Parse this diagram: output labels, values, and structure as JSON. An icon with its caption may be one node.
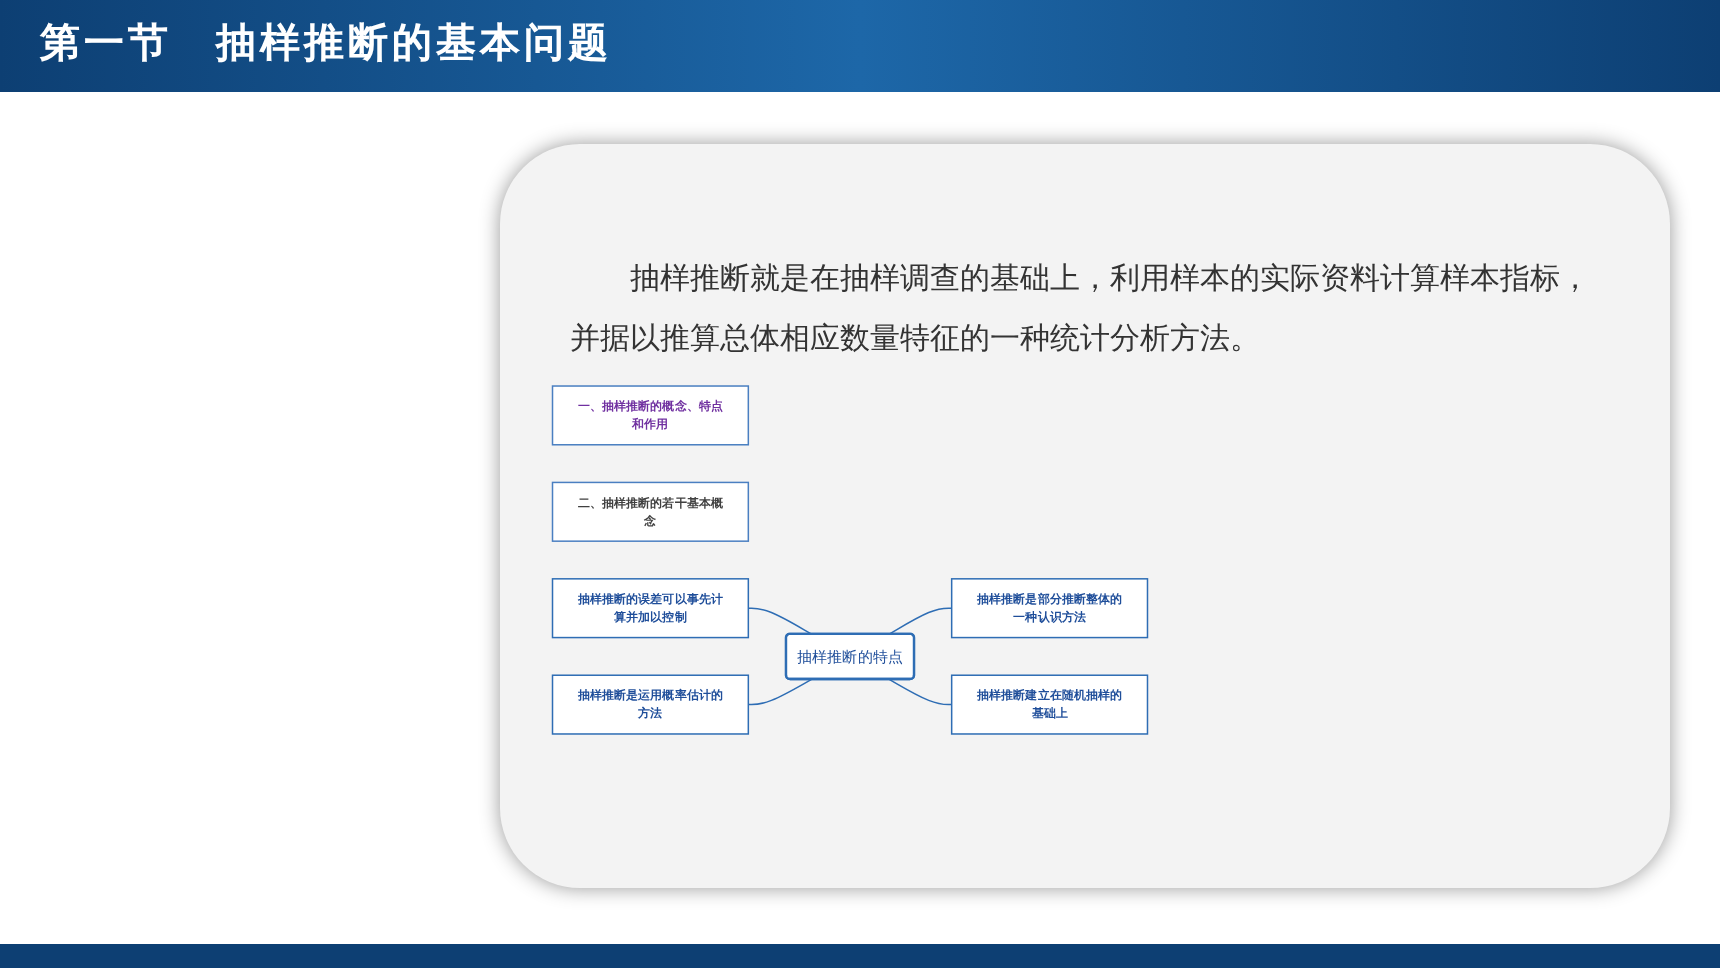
{
  "diagram": {
    "title": "第一节　抽样推断的基本问题",
    "nodes": [
      {
        "text": [
          "一、抽样推断的概念、特点和作用"
        ]
      },
      {
        "text": [
          "二、抽样推断的若干基本概念"
        ]
      },
      {
        "text": [
          "抽样推断的误差可以事先计算并加以控制"
        ]
      },
      {
        "text": [
          "抽样推断是部分推断整体的一种认识方法"
        ]
      },
      {
        "text": [
          "抽样推断的特点"
        ]
      },
      {
        "text": [
          "抽样推断是运用概率估计的方法"
        ]
      },
      {
        "text": [
          "抽样推断建立在随机抽样的基础上"
        ]
      }
    ],
    "edges": [
      {
        "from": 2,
        "to": 4,
        "arrow": "none"
      },
      {
        "from": 4,
        "to": 3,
        "arrow": "none"
      },
      {
        "from": 5,
        "to": 4,
        "arrow": "none"
      },
      {
        "from": 4,
        "to": 6,
        "arrow": "none"
      }
    ],
    "labels": [
      "抽样推断就是在抽样调查的基础上，利用样本的实际资料计算样本指标，并据以推算总体相应数量特征的一种统计分析方法。"
    ]
  }
}
